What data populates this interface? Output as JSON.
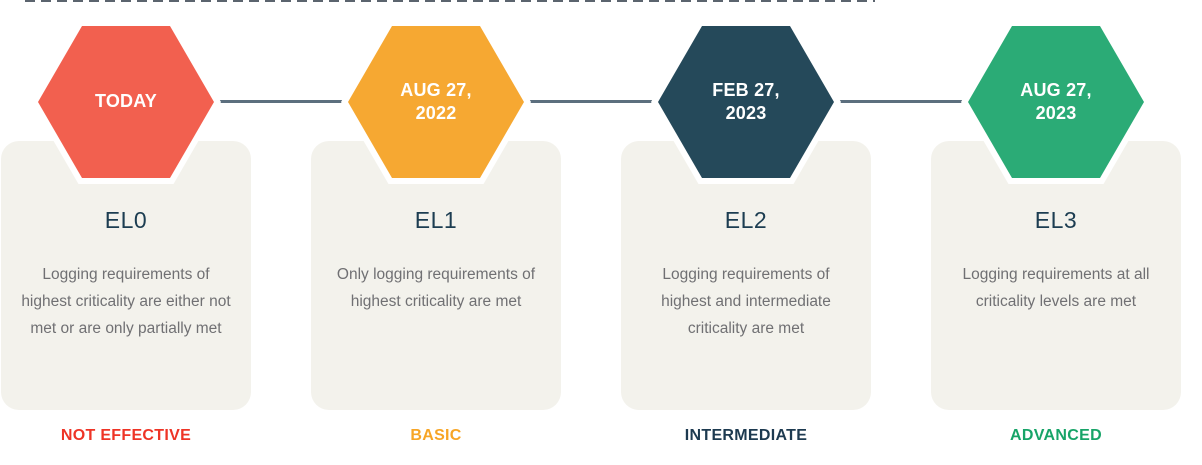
{
  "page": {
    "top_dashed_line_color": "#3e4955",
    "connector_color": "#5c6f7e",
    "card_background": "#f3f2ec",
    "level_title_color": "#1c3d51",
    "description_color": "#707073"
  },
  "stages": [
    {
      "date": "TODAY",
      "hex_color": "#f2604f",
      "level": "EL0",
      "description": "Logging requirements of highest criticality are either not met or are only partially met",
      "status": "NOT EFFECTIVE",
      "status_color": "#ee3426"
    },
    {
      "date": "AUG 27, 2022",
      "hex_color": "#f6a832",
      "level": "EL1",
      "description": "Only logging requirements of highest criticality are met",
      "status": "BASIC",
      "status_color": "#f7a525"
    },
    {
      "date": "FEB 27, 2023",
      "hex_color": "#25495a",
      "level": "EL2",
      "description": "Logging requirements of highest and intermediate criticality are met",
      "status": "INTERMEDIATE",
      "status_color": "#1d3a50"
    },
    {
      "date": "AUG 27, 2023",
      "hex_color": "#2bab76",
      "level": "EL3",
      "description": "Logging requirements at all criticality levels are met",
      "status": "ADVANCED",
      "status_color": "#17a468"
    }
  ]
}
